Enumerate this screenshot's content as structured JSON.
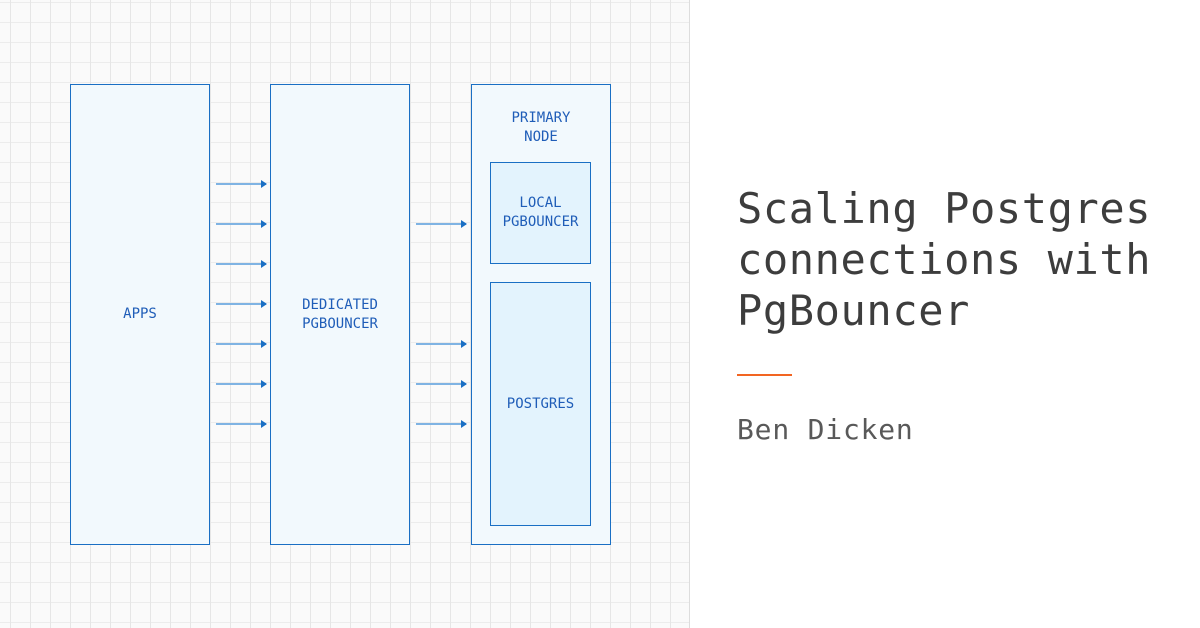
{
  "diagram": {
    "nodes": {
      "apps": {
        "label": "APPS"
      },
      "dedicated_pgbouncer": {
        "label": "DEDICATED\nPGBOUNCER"
      },
      "primary_node": {
        "label": "PRIMARY\nNODE"
      },
      "local_pgbouncer": {
        "label": "LOCAL\nPGBOUNCER"
      },
      "postgres": {
        "label": "POSTGRES"
      }
    },
    "edges": [
      {
        "from": "apps",
        "to": "dedicated_pgbouncer",
        "count": 7
      },
      {
        "from": "dedicated_pgbouncer",
        "to": "local_pgbouncer",
        "count": 1
      },
      {
        "from": "dedicated_pgbouncer",
        "to": "postgres",
        "count": 3
      }
    ],
    "colors": {
      "border": "#1a6fc4",
      "box_fill": "#f2f9fd",
      "inner_fill": "#e3f3fd",
      "label": "#1f5db8",
      "arrow": "#7fb3e3"
    }
  },
  "title": {
    "text": "Scaling Postgres\nconnections with\nPgBouncer",
    "color": "#3d3d3d"
  },
  "accent": {
    "color": "#f26522"
  },
  "author": {
    "name": "Ben Dicken"
  }
}
